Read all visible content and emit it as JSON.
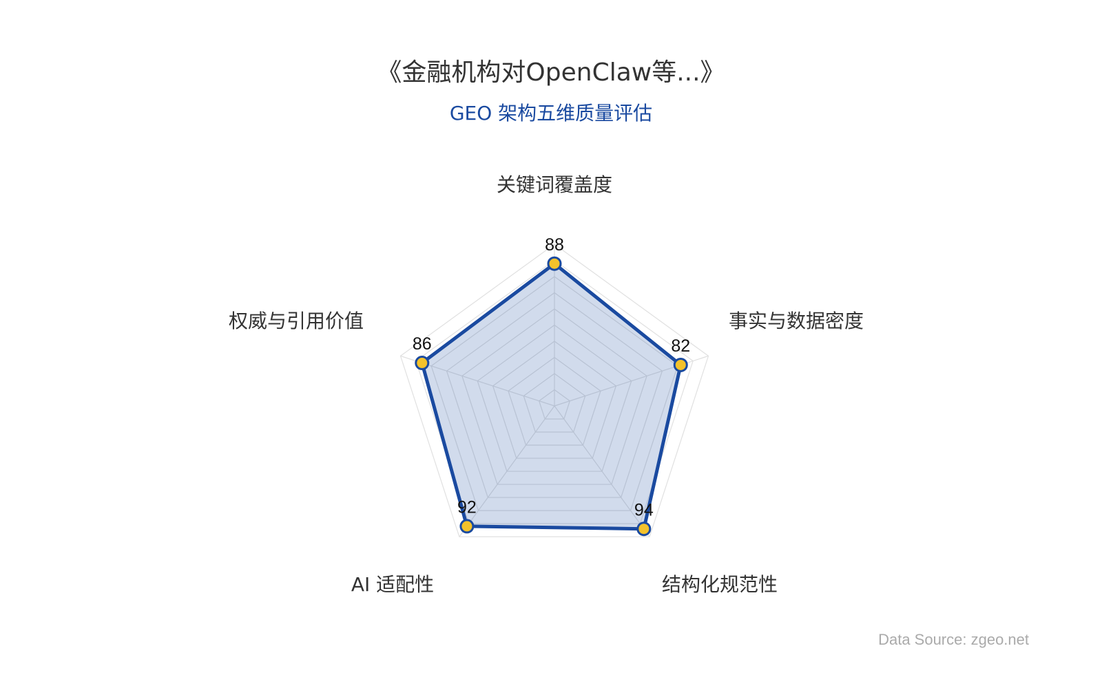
{
  "chart_data": {
    "type": "radar",
    "title": "《金融机构对OpenClaw等...》",
    "subtitle": "GEO 架构五维质量评估",
    "indicators": [
      "关键词覆盖度",
      "事实与数据密度",
      "结构化规范性",
      "AI 适配性",
      "权威与引用价值"
    ],
    "values": [
      88,
      82,
      94,
      92,
      86
    ],
    "max": 100,
    "grid_levels": 10,
    "source_text": "Data Source: zgeo.net",
    "colors": {
      "line": "#1a4aa0",
      "fill": "rgba(26, 74, 160, 0.20)",
      "point": "#f4c22b",
      "grid": "#e0e0e0",
      "subtitle": "#1a4aa0"
    }
  }
}
